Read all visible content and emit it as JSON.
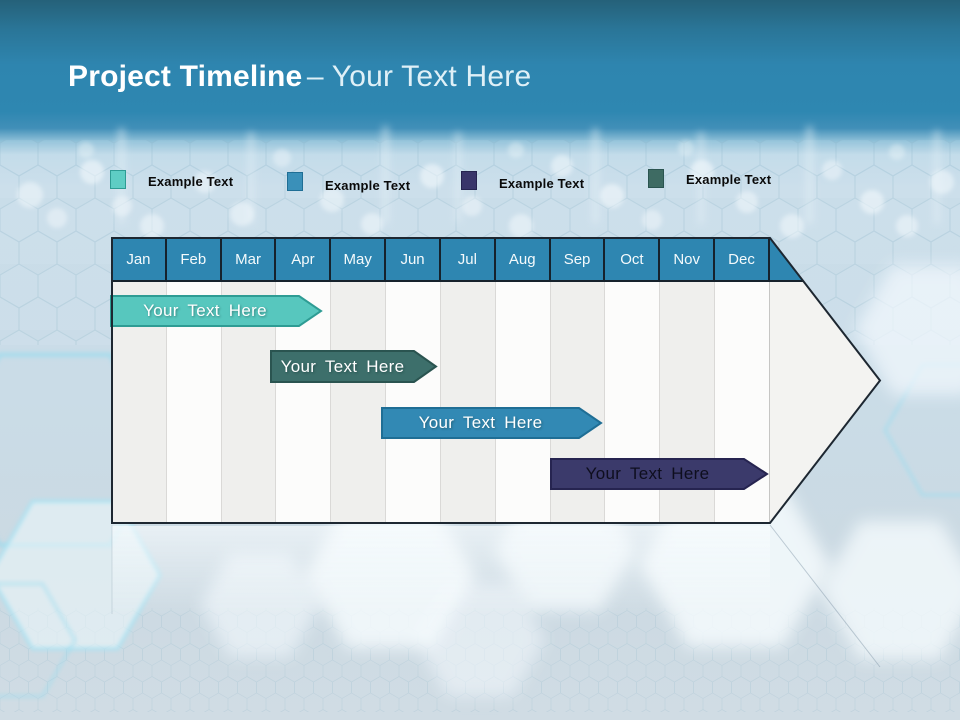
{
  "slide": {
    "title": {
      "bold": "Project Timeline",
      "light": "– Your Text Here"
    }
  },
  "legend": {
    "items": [
      {
        "label": "Example Text",
        "color": "#5ECDC4",
        "border": "#2E9C94"
      },
      {
        "label": "Example Text",
        "color": "#3A90B9",
        "border": "#1F6E95"
      },
      {
        "label": "Example Text",
        "color": "#39356A",
        "border": "#262450"
      },
      {
        "label": "Example Text",
        "color": "#3E6B63",
        "border": "#2A5450"
      }
    ]
  },
  "timeline": {
    "months": [
      "Jan",
      "Feb",
      "Mar",
      "Apr",
      "May",
      "Jun",
      "Jul",
      "Aug",
      "Sep",
      "Oct",
      "Nov",
      "Dec"
    ],
    "header_bg": "#2E86B1",
    "header_text_color": "#F4FAFC",
    "bars": [
      {
        "label": "Your Text Here",
        "fill": "#57C7BE",
        "stroke": "#2E9C94",
        "text_color": "#FFFFFF",
        "start": "Jan",
        "end": "mid Apr"
      },
      {
        "label": "Your Text Here",
        "fill": "#3D6F6B",
        "stroke": "#2A5450",
        "text_color": "#FFFFFF",
        "start": "late Mar",
        "end": "Jun"
      },
      {
        "label": "Your Text Here",
        "fill": "#3289B4",
        "stroke": "#1F6E95",
        "text_color": "#FFFFFF",
        "start": "Jun",
        "end": "Sep"
      },
      {
        "label": "Your Text Here",
        "fill": "#3B3A6B",
        "stroke": "#262450",
        "text_color": "#0E0E1E",
        "start": "Sep",
        "end": "Dec"
      }
    ]
  },
  "chart_data": {
    "type": "bar",
    "subtype": "gantt-timeline",
    "title": "Project Timeline – Your Text Here",
    "categories": [
      "Jan",
      "Feb",
      "Mar",
      "Apr",
      "May",
      "Jun",
      "Jul",
      "Aug",
      "Sep",
      "Oct",
      "Nov",
      "Dec"
    ],
    "series": [
      {
        "name": "Your Text Here",
        "color": "#57C7BE",
        "start_month": "Jan",
        "end_month": "Apr",
        "start_index": 0.0,
        "end_index": 3.8
      },
      {
        "name": "Your Text Here",
        "color": "#3D6F6B",
        "start_month": "Mar",
        "end_month": "Jun",
        "start_index": 2.9,
        "end_index": 5.9
      },
      {
        "name": "Your Text Here",
        "color": "#3289B4",
        "start_month": "Jun",
        "end_month": "Sep",
        "start_index": 4.95,
        "end_index": 8.95
      },
      {
        "name": "Your Text Here",
        "color": "#3B3A6B",
        "start_month": "Sep",
        "end_month": "Dec",
        "start_index": 8.0,
        "end_index": 12.0
      }
    ],
    "legend_entries": [
      "Example Text",
      "Example Text",
      "Example Text",
      "Example Text"
    ],
    "legend_position": "top",
    "axis_note": "months run along the blue header of a large right-pointing arrow; bars include arrow tips; end_index includes tip",
    "grid": true
  }
}
